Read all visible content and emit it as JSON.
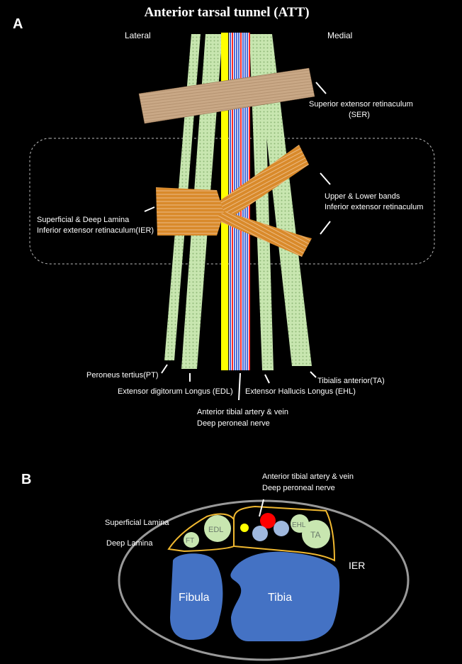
{
  "title": "Anterior tarsal tunnel (ATT)",
  "panel_a": {
    "letter": "A",
    "side_lateral": "Lateral",
    "side_medial": "Medial",
    "ser_line1": "Superior extensor retinaculum",
    "ser_line2": "(SER)",
    "bands_line1": "Upper & Lower bands",
    "bands_line2": "Inferior extensor retinaculum",
    "lamina_line1": "Superficial & Deep Lamina",
    "lamina_line2": "Inferior extensor retinaculum(IER)",
    "pt": "Peroneus tertius(PT)",
    "edl": "Extensor digitorum Longus  (EDL)",
    "vessels_line1": "Anterior tibial artery & vein",
    "vessels_line2": "Deep peroneal nerve",
    "ehl": "Extensor Hallucis Longus (EHL)",
    "ta": "Tibialis anterior(TA)"
  },
  "panel_b": {
    "letter": "B",
    "vessels_line1": "Anterior tibial artery & vein",
    "vessels_line2": "Deep peroneal nerve",
    "superficial": "Superficial Lamina",
    "deep": "Deep Lamina",
    "ier": "IER",
    "ft": "FT",
    "edl": "EDL",
    "ehl": "EHL",
    "ta": "TA",
    "fibula": "Fibula",
    "tibia": "Tibia"
  },
  "colors": {
    "tendon": "#c8e6b0",
    "ser": "#c9a886",
    "ier": "#d98a2b",
    "nerve": "#ffff00",
    "artery": "#ff0000",
    "vein": "#4a6bd6",
    "bone": "#4472c4",
    "ier_outline": "#f0b830"
  }
}
